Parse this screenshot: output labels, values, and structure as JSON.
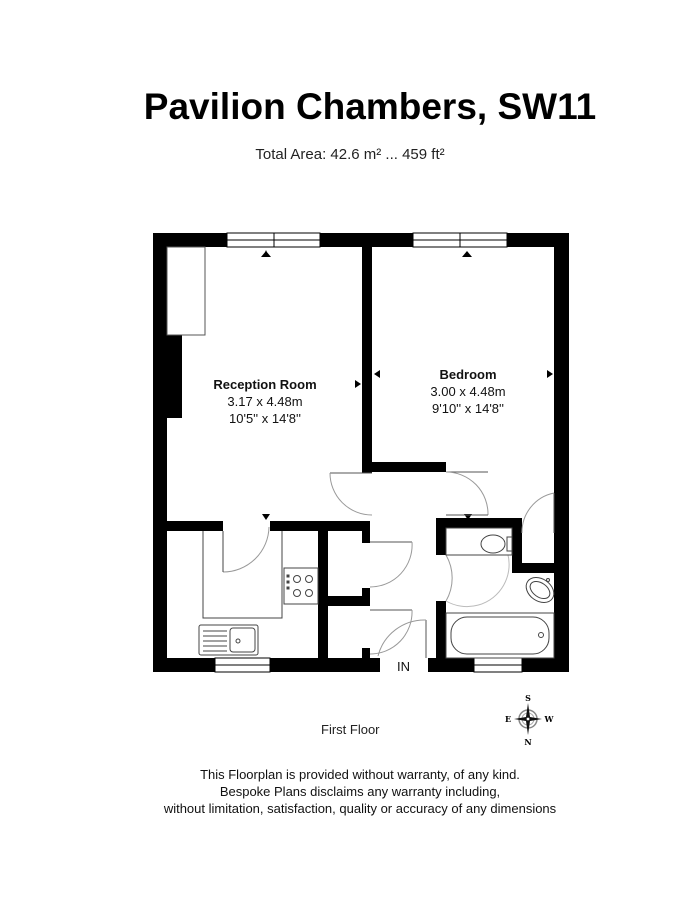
{
  "header": {
    "title": "Pavilion Chambers, SW11",
    "total_area": "Total Area: 42.6 m² ... 459 ft²"
  },
  "rooms": [
    {
      "name": "Reception Room",
      "metric": "3.17 x 4.48m",
      "imperial": "10'5'' x 14'8''"
    },
    {
      "name": "Bedroom",
      "metric": "3.00 x 4.48m",
      "imperial": "9'10'' x 14'8''"
    }
  ],
  "entrance_label": "IN",
  "floor_label": "First Floor",
  "compass": {
    "top": "S",
    "left": "E",
    "right": "W",
    "bottom": "N"
  },
  "disclaimer": [
    "This Floorplan is provided without warranty, of any kind.",
    "Bespoke Plans disclaims any warranty including,",
    "without limitation, satisfaction, quality or accuracy of any dimensions"
  ],
  "colors": {
    "wall": "#000000",
    "fixture_line": "#444444",
    "door_arc": "#999999"
  }
}
